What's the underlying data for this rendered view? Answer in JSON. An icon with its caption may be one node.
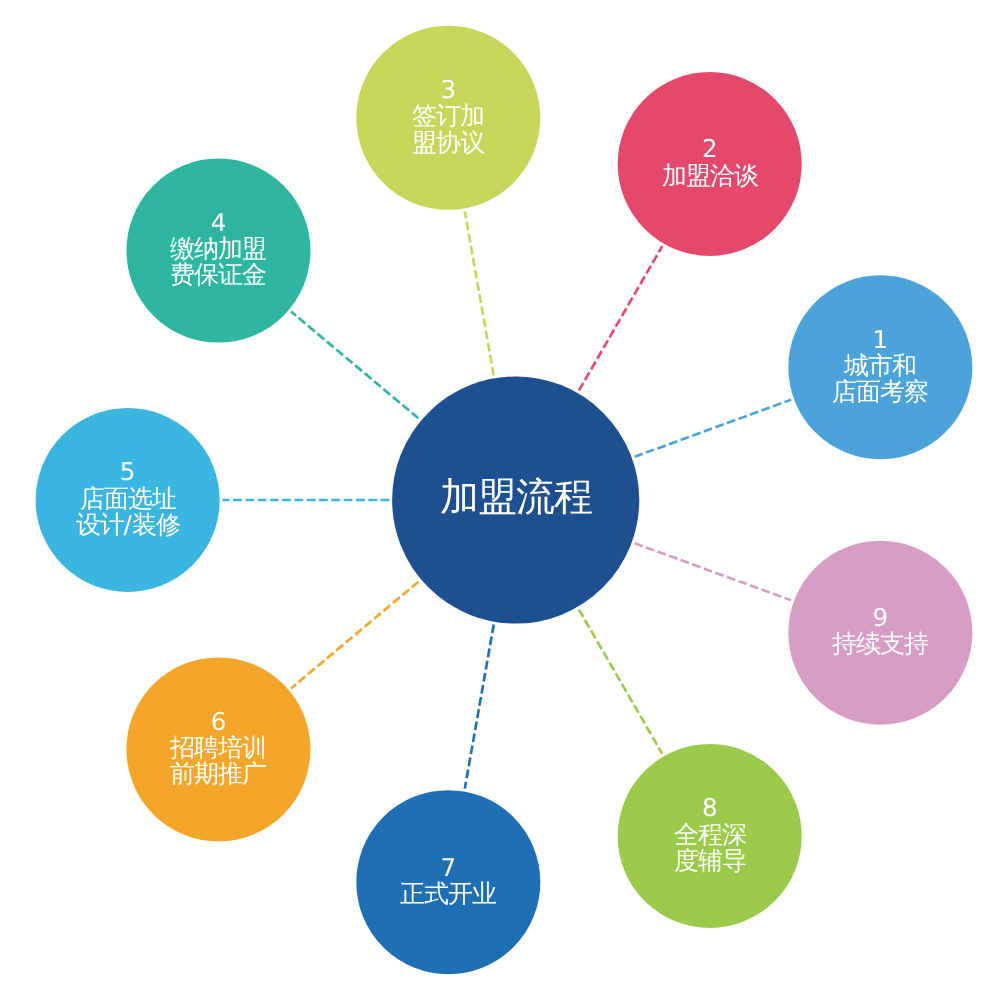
{
  "diagram": {
    "nodes": [
      {
        "text": [
          "加盟流程"
        ]
      },
      {
        "text": [
          "1",
          "城市和店面考察"
        ]
      },
      {
        "text": [
          "2",
          "加盟洽谈"
        ]
      },
      {
        "text": [
          "3",
          "签订加盟协议"
        ]
      },
      {
        "text": [
          "4",
          "缴纳加盟费保证金"
        ]
      },
      {
        "text": [
          "5",
          "店面选址设计/装修"
        ]
      },
      {
        "text": [
          "6",
          "招聘培训前期推广"
        ]
      },
      {
        "text": [
          "7",
          "正式开业"
        ]
      },
      {
        "text": [
          "8",
          "全程深度辅导"
        ]
      },
      {
        "text": [
          "9",
          "持续支持"
        ]
      }
    ],
    "edges": [
      {
        "from": 0,
        "to": 1,
        "arrow": "none",
        "style": "dashed",
        "color": "#4ba3d9"
      },
      {
        "from": 0,
        "to": 2,
        "arrow": "none",
        "style": "dashed",
        "color": "#e5486a"
      },
      {
        "from": 0,
        "to": 3,
        "arrow": "none",
        "style": "dashed",
        "color": "#c5d65a"
      },
      {
        "from": 0,
        "to": 4,
        "arrow": "none",
        "style": "dashed",
        "color": "#2fb6a0"
      },
      {
        "from": 0,
        "to": 5,
        "arrow": "none",
        "style": "dashed",
        "color": "#3ab5e0"
      },
      {
        "from": 0,
        "to": 6,
        "arrow": "none",
        "style": "dashed",
        "color": "#f4a62a"
      },
      {
        "from": 0,
        "to": 7,
        "arrow": "none",
        "style": "dashed",
        "color": "#1f6fb5"
      },
      {
        "from": 0,
        "to": 8,
        "arrow": "none",
        "style": "dashed",
        "color": "#9ccb4b"
      },
      {
        "from": 0,
        "to": 9,
        "arrow": "none",
        "style": "dashed",
        "color": "#d79dc5"
      }
    ]
  }
}
